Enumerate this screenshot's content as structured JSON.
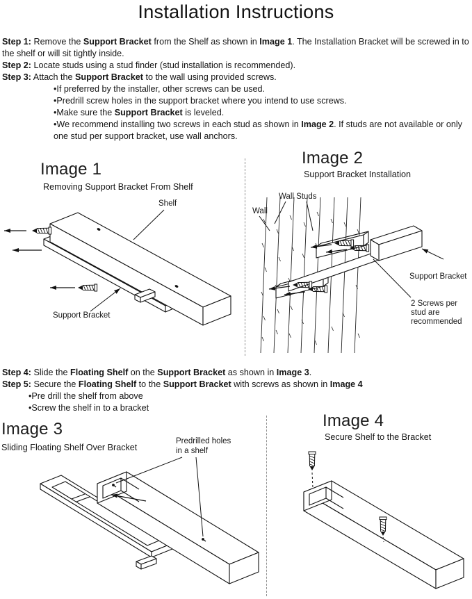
{
  "title": "Installation Instructions",
  "steps_top": {
    "step1": [
      {
        "text": "Step 1:",
        "bold": true
      },
      {
        "text": " Remove the "
      },
      {
        "text": "Support Bracket",
        "bold": true
      },
      {
        "text": " from the Shelf as shown in "
      },
      {
        "text": "Image 1",
        "bold": true
      },
      {
        "text": ". The Installation Bracket will be screwed in to the shelf or will sit tightly inside."
      }
    ],
    "step2": [
      {
        "text": "Step 2:",
        "bold": true
      },
      {
        "text": " Locate studs using a stud finder (stud installation is recommended)."
      }
    ],
    "step3": [
      {
        "text": "Step 3:",
        "bold": true
      },
      {
        "text": " Attach the "
      },
      {
        "text": "Support Bracket",
        "bold": true
      },
      {
        "text": " to the wall using provided screws."
      }
    ],
    "bullet1": [
      {
        "text": "•If preferred by the installer, other screws can be used."
      }
    ],
    "bullet2": [
      {
        "text": "•Predrill screw holes in the support bracket where you intend to use screws."
      }
    ],
    "bullet3": [
      {
        "text": "•Make sure the "
      },
      {
        "text": "Support Bracket",
        "bold": true
      },
      {
        "text": " is leveled."
      }
    ],
    "bullet4": [
      {
        "text": "•We recommend installing two screws in each stud as shown in "
      },
      {
        "text": "Image 2",
        "bold": true
      },
      {
        "text": ". If studs are not available or only one stud per support bracket, use wall anchors."
      }
    ]
  },
  "steps_bottom": {
    "step4": [
      {
        "text": "Step 4:",
        "bold": true
      },
      {
        "text": " Slide the "
      },
      {
        "text": "Floating Shelf",
        "bold": true
      },
      {
        "text": " on the "
      },
      {
        "text": "Support Bracket",
        "bold": true
      },
      {
        "text": " as shown in "
      },
      {
        "text": "Image 3",
        "bold": true
      },
      {
        "text": "."
      }
    ],
    "step5": [
      {
        "text": "Step 5:",
        "bold": true
      },
      {
        "text": " Secure the "
      },
      {
        "text": "Floating Shelf",
        "bold": true
      },
      {
        "text": " to the "
      },
      {
        "text": "Support Bracket",
        "bold": true
      },
      {
        "text": " with screws as shown in "
      },
      {
        "text": "Image 4",
        "bold": true
      }
    ],
    "bullet1": [
      {
        "text": "•Pre drill the shelf from above"
      }
    ],
    "bullet2": [
      {
        "text": "•Screw the shelf in to a bracket"
      }
    ]
  },
  "figure1": {
    "heading": "Image 1",
    "subtitle": "Removing Support Bracket From Shelf",
    "labels": {
      "shelf": "Shelf",
      "bracket": "Support Bracket"
    }
  },
  "figure2": {
    "heading": "Image 2",
    "subtitle": "Support Bracket Installation",
    "labels": {
      "wall_studs": "Wall Studs",
      "wall": "Wall",
      "bracket": "Support Bracket",
      "note": [
        "2 Screws per",
        "stud are",
        "recommended"
      ]
    }
  },
  "figure3": {
    "heading": "Image 3",
    "subtitle": "Sliding Floating Shelf Over Bracket",
    "labels": {
      "holes": [
        "Predrilled holes",
        "in a shelf"
      ]
    }
  },
  "figure4": {
    "heading": "Image 4",
    "subtitle": "Secure Shelf to the Bracket"
  },
  "colors": {
    "ink": "#161616",
    "line": "#111111",
    "divider": "#8f8f8f"
  }
}
